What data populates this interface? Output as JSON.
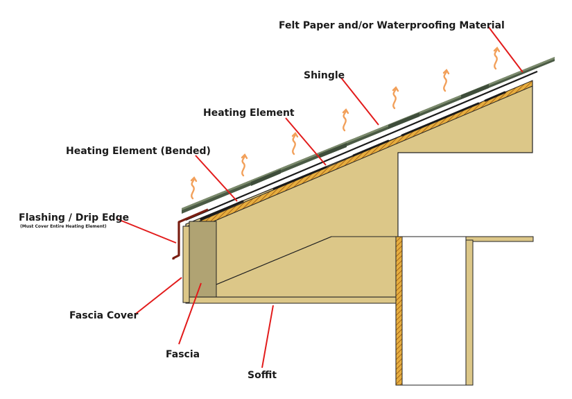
{
  "labels": {
    "felt_paper": "Felt Paper and/or Waterproofing Material",
    "shingle": "Shingle",
    "heating_element": "Heating Element",
    "heating_element_bended": "Heating Element (Bended)",
    "flashing": "Flashing / Drip Edge",
    "flashing_note": "(Must Cover Entire Heating Element)",
    "fascia_cover": "Fascia Cover",
    "fascia": "Fascia",
    "soffit": "Soffit"
  },
  "colors": {
    "wood": "#dcc788",
    "wood_edge": "#e0a93e",
    "outline": "#222222",
    "fascia_board": "#b0a373",
    "shingle": "#4a5a44",
    "heating_element": "#1a1a1a",
    "leader_line": "#e21b1b",
    "heat_wave": "#f2a05a"
  }
}
